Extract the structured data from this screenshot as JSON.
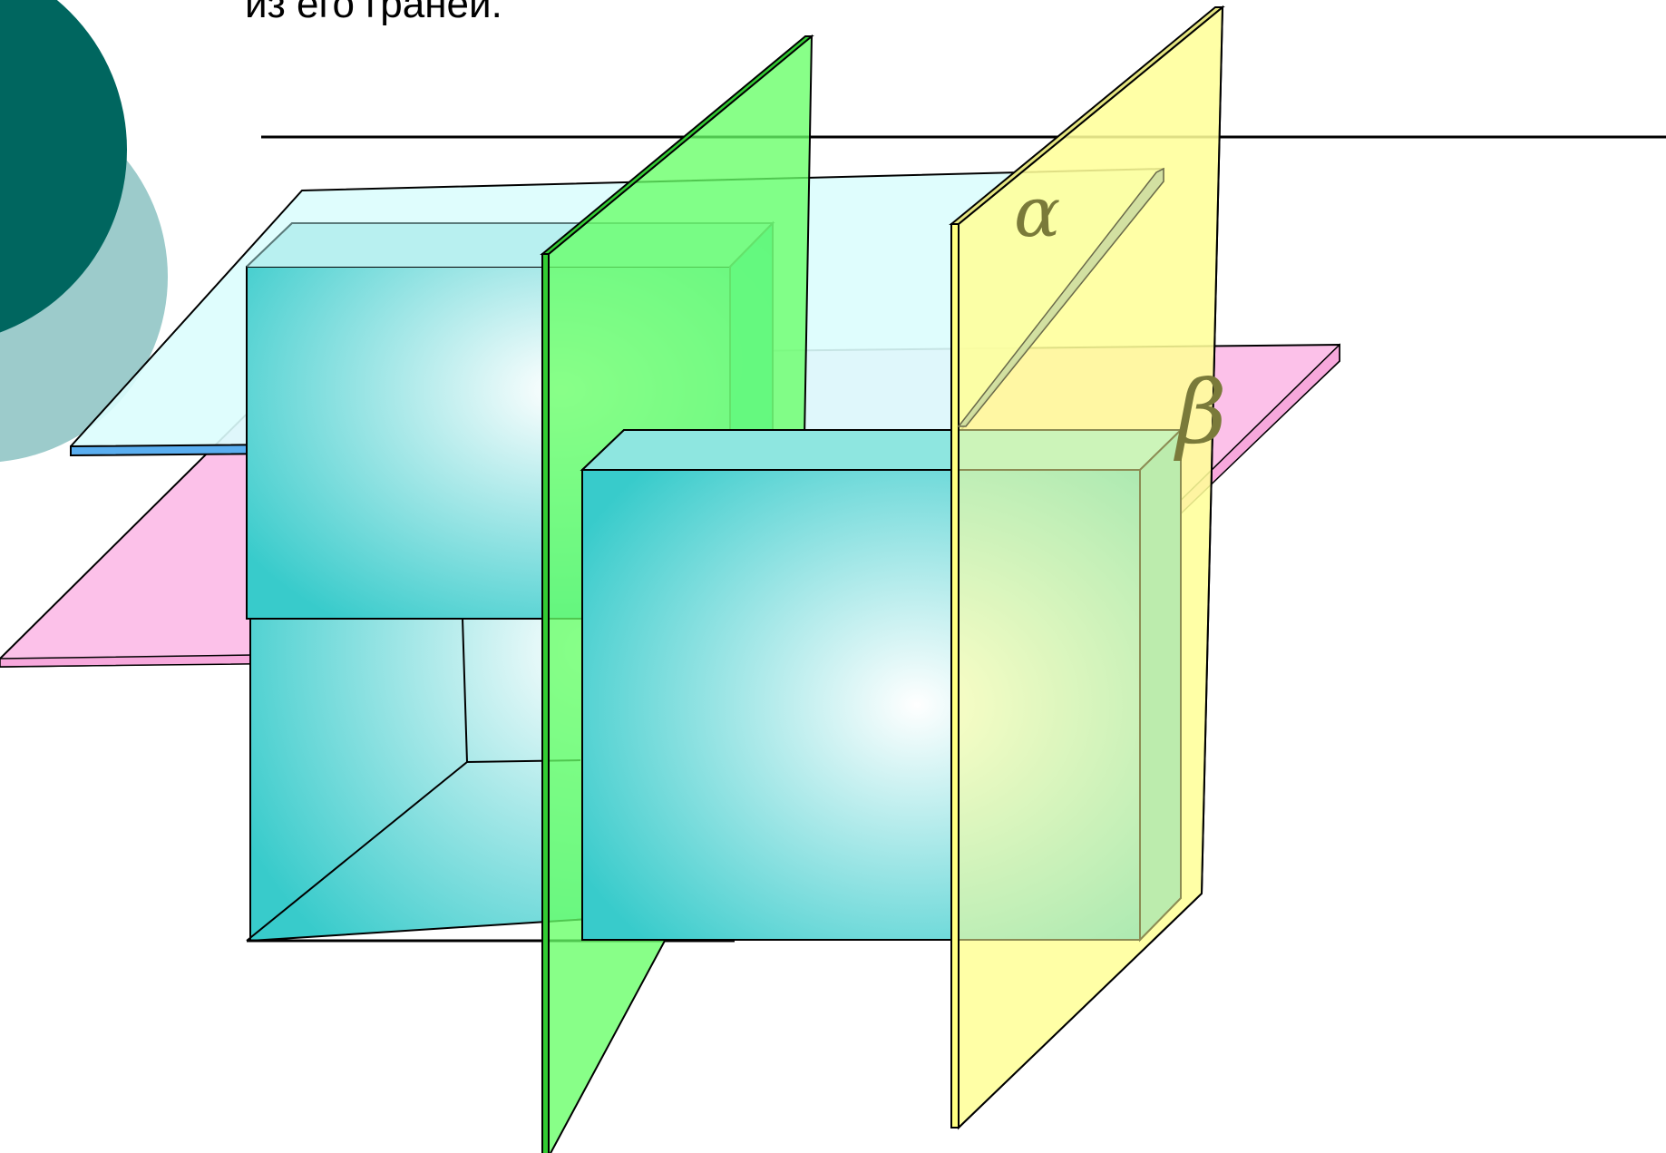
{
  "slide": {
    "text_fragment": "из его граней."
  },
  "labels": {
    "alpha": "α",
    "beta": "β"
  },
  "colors": {
    "circle_dark": "#00665f",
    "circle_light": "#9ccbcb",
    "plane_top_fill": "#dcfdfd",
    "plane_top_edge": "#5aaef0",
    "plane_bottom_fill": "#fcbee8",
    "plane_green_fill": "#66ff66",
    "plane_yellow_fill": "#ffff99",
    "box_face": "#38cbcb",
    "greek_label": "#7a7a3a"
  }
}
